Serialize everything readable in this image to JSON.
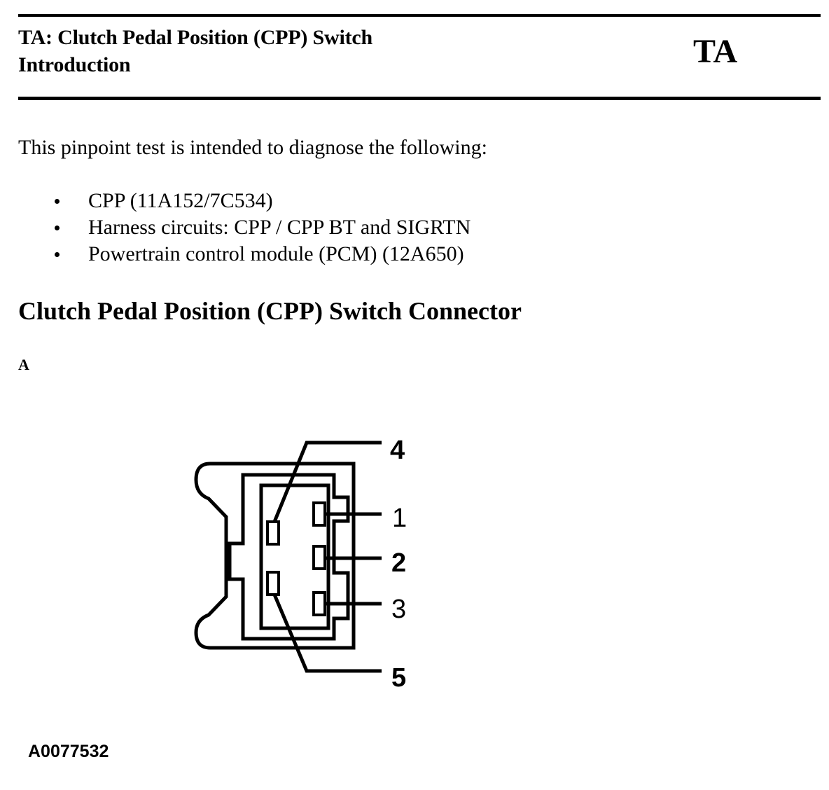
{
  "header": {
    "title_line1": "TA: Clutch Pedal Position (CPP) Switch",
    "title_line2": "Introduction",
    "code": "TA"
  },
  "intro": "This pinpoint test is intended to diagnose the following:",
  "bullets": [
    "CPP (11A152/7C534)",
    "Harness circuits: CPP / CPP BT and SIGRTN",
    "Powertrain control module (PCM) (12A650)"
  ],
  "section_heading": "Clutch Pedal Position (CPP) Switch Connector",
  "view_label": "A",
  "diagram": {
    "pins": [
      "4",
      "1",
      "2",
      "3",
      "5"
    ]
  },
  "figure_id": "A0077532"
}
